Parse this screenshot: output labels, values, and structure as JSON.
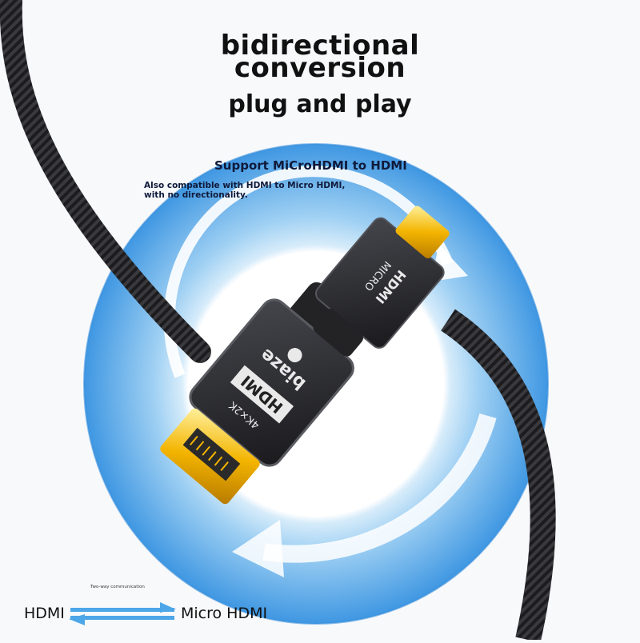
{
  "headline": {
    "line1": "bidirectional",
    "line2": "conversion",
    "line3": "plug and play"
  },
  "support_text": "Support MiCroHDMI to HDMI",
  "compat_text": "Also compatible with HDMI to Micro HDMI, with no directionality.",
  "connector_hdmi": {
    "brand": "biaze",
    "label": "HDMI",
    "spec": "4K×2K"
  },
  "connector_micro": {
    "label_top": "MICRO",
    "label_bottom": "HDMI"
  },
  "bottom": {
    "two_way": "Two-way communication",
    "left_label": "HDMI",
    "right_label": "Micro HDMI"
  },
  "colors": {
    "ring_outer": "#3f97e2",
    "ring_light": "#bfe2f8",
    "cable": "#1c1c1e",
    "gold": "#f3b400",
    "arrow": "#4da6e8"
  }
}
